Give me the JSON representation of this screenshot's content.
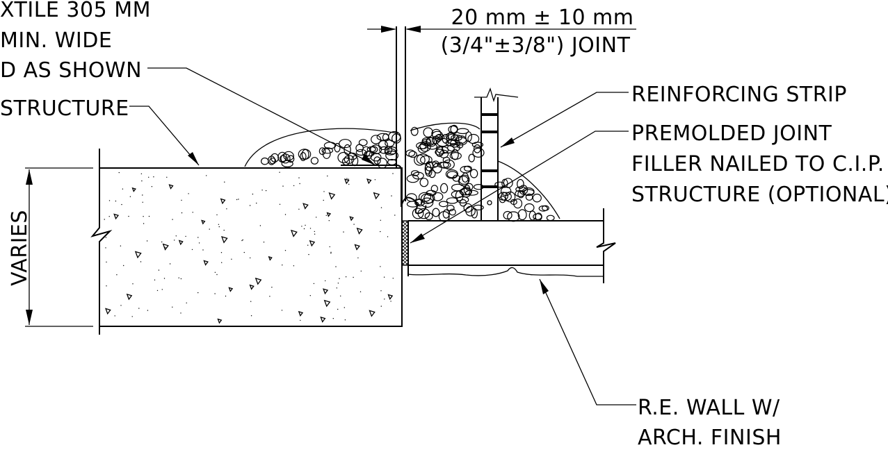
{
  "labels": {
    "geotextile_line1": "XTILE 305 MM",
    "geotextile_line2": "MIN. WIDE",
    "geotextile_line3": "D AS SHOWN",
    "structure": "STRUCTURE",
    "joint_metric": "20 mm ± 10 mm",
    "joint_imperial": "(3/4\"±3/8\") JOINT",
    "reinforcing_strip": "REINFORCING STRIP",
    "filler_line1": "PREMOLDED JOINT",
    "filler_line2": "FILLER NAILED TO C.I.P.",
    "filler_line3": "STRUCTURE (OPTIONAL)",
    "varies": "VARIES",
    "wall_line1": "R.E. WALL W/",
    "wall_line2": "ARCH. FINISH"
  }
}
